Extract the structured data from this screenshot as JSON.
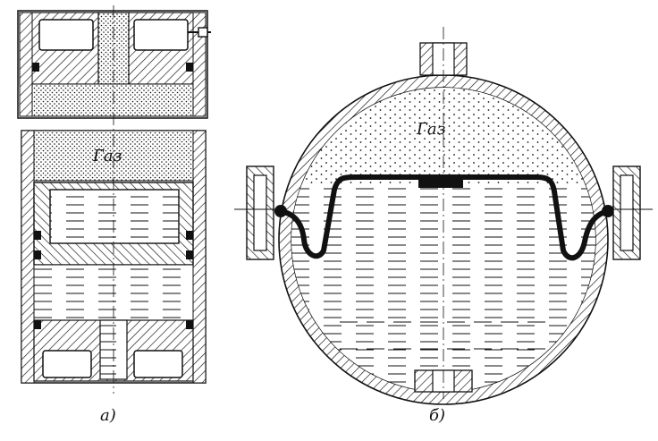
{
  "figure_a": {
    "caption": "а)",
    "gas_label": "Газ"
  },
  "figure_b": {
    "caption": "б)",
    "gas_label": "Газ"
  },
  "colors": {
    "ink": "#111111",
    "paper": "#ffffff"
  }
}
